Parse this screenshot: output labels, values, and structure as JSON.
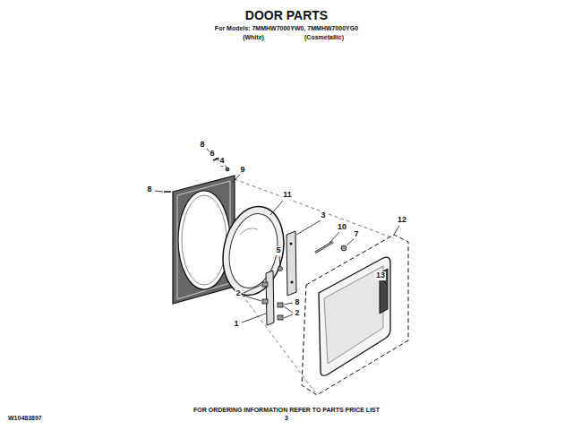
{
  "diagram": {
    "title": "DOOR PARTS",
    "labels": [
      "For Models: 7MMHW7000YW0, 7MMHW7000YG0",
      "(White)",
      "(Cosmetallic)",
      "8",
      "6",
      "4",
      "9",
      "8",
      "11",
      "3",
      "10",
      "7",
      "12",
      "5",
      "13",
      "2",
      "8",
      "2",
      "1",
      "FOR ORDERING INFORMATION REFER TO PARTS PRICE LIST",
      "W10483897",
      "3"
    ]
  }
}
